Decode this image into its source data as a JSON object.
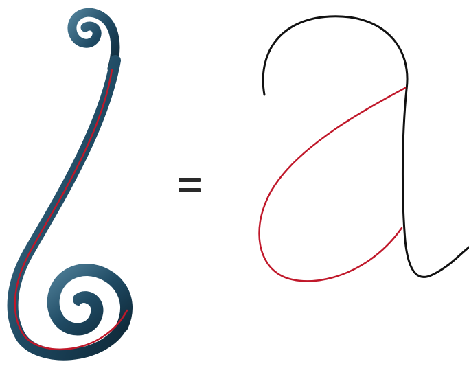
{
  "diagram": {
    "left_figure": "scroll-shape",
    "operator": "equals-sign",
    "right_figure": "letter-a-outline"
  },
  "colors": {
    "scroll_fill": "#1f4a63",
    "scroll_shade": "#0f2a3a",
    "scroll_highlight": "#4f7f98",
    "red_stroke": "#c0182a",
    "black_stroke": "#111111",
    "operator": "#2a2a2a"
  }
}
